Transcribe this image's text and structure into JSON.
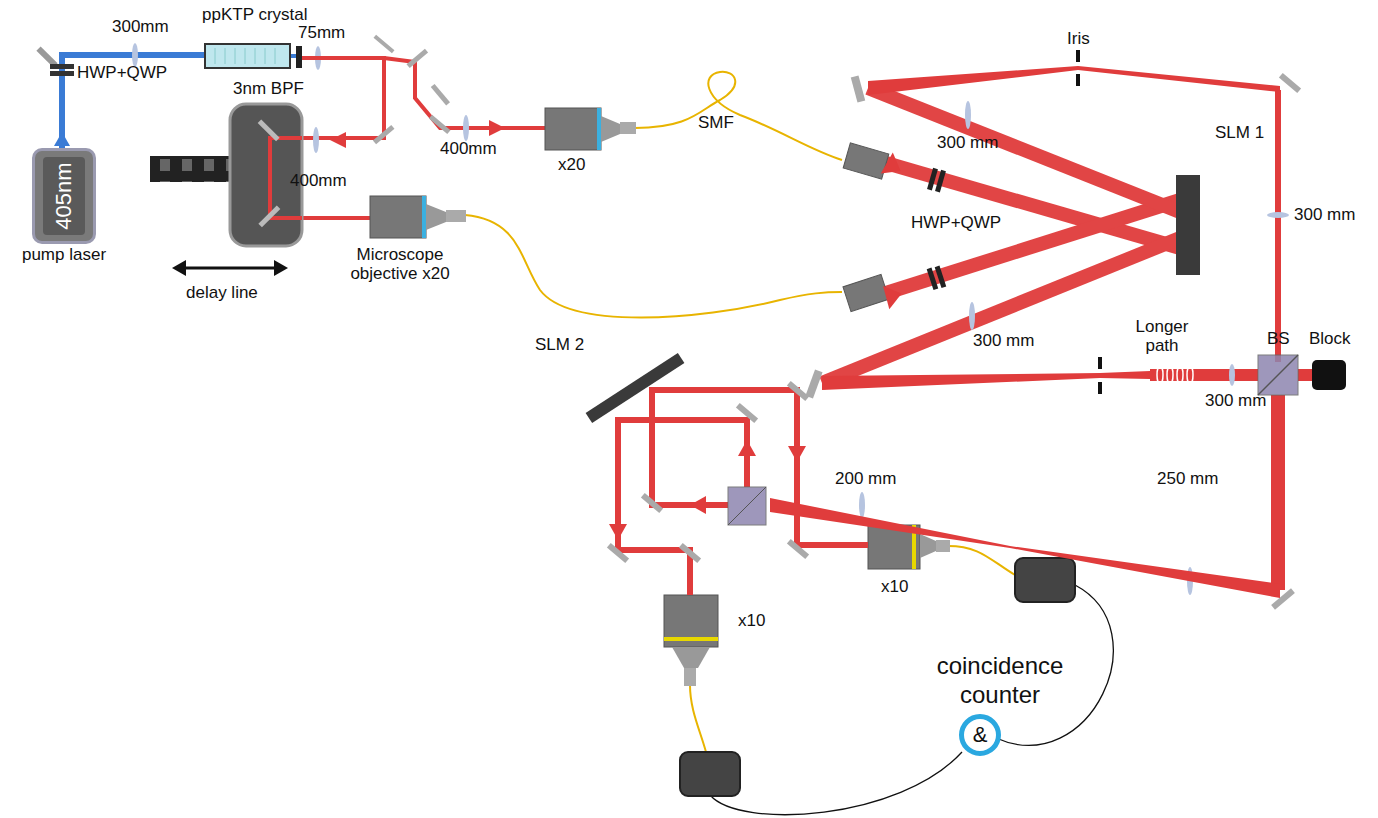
{
  "diagram": {
    "nodes": [
      {
        "text": [
          "405nm",
          "pump laser"
        ]
      },
      {
        "text": [
          "coincidence counter",
          "&"
        ]
      }
    ],
    "labels": [
      "300mm",
      "ppKTP crystal",
      "75mm",
      "HWP+QWP",
      "3nm BPF",
      "400mm",
      "400mm",
      "x20",
      "SMF",
      "Iris",
      "300 mm",
      "SLM 1",
      "300 mm",
      "HWP+QWP",
      "delay line",
      "Microscope objective x20",
      "300 mm",
      "Longer path",
      "BS",
      "Block",
      "300 mm",
      "SLM 2",
      "200 mm",
      "250 mm",
      "x10",
      "x10"
    ]
  }
}
